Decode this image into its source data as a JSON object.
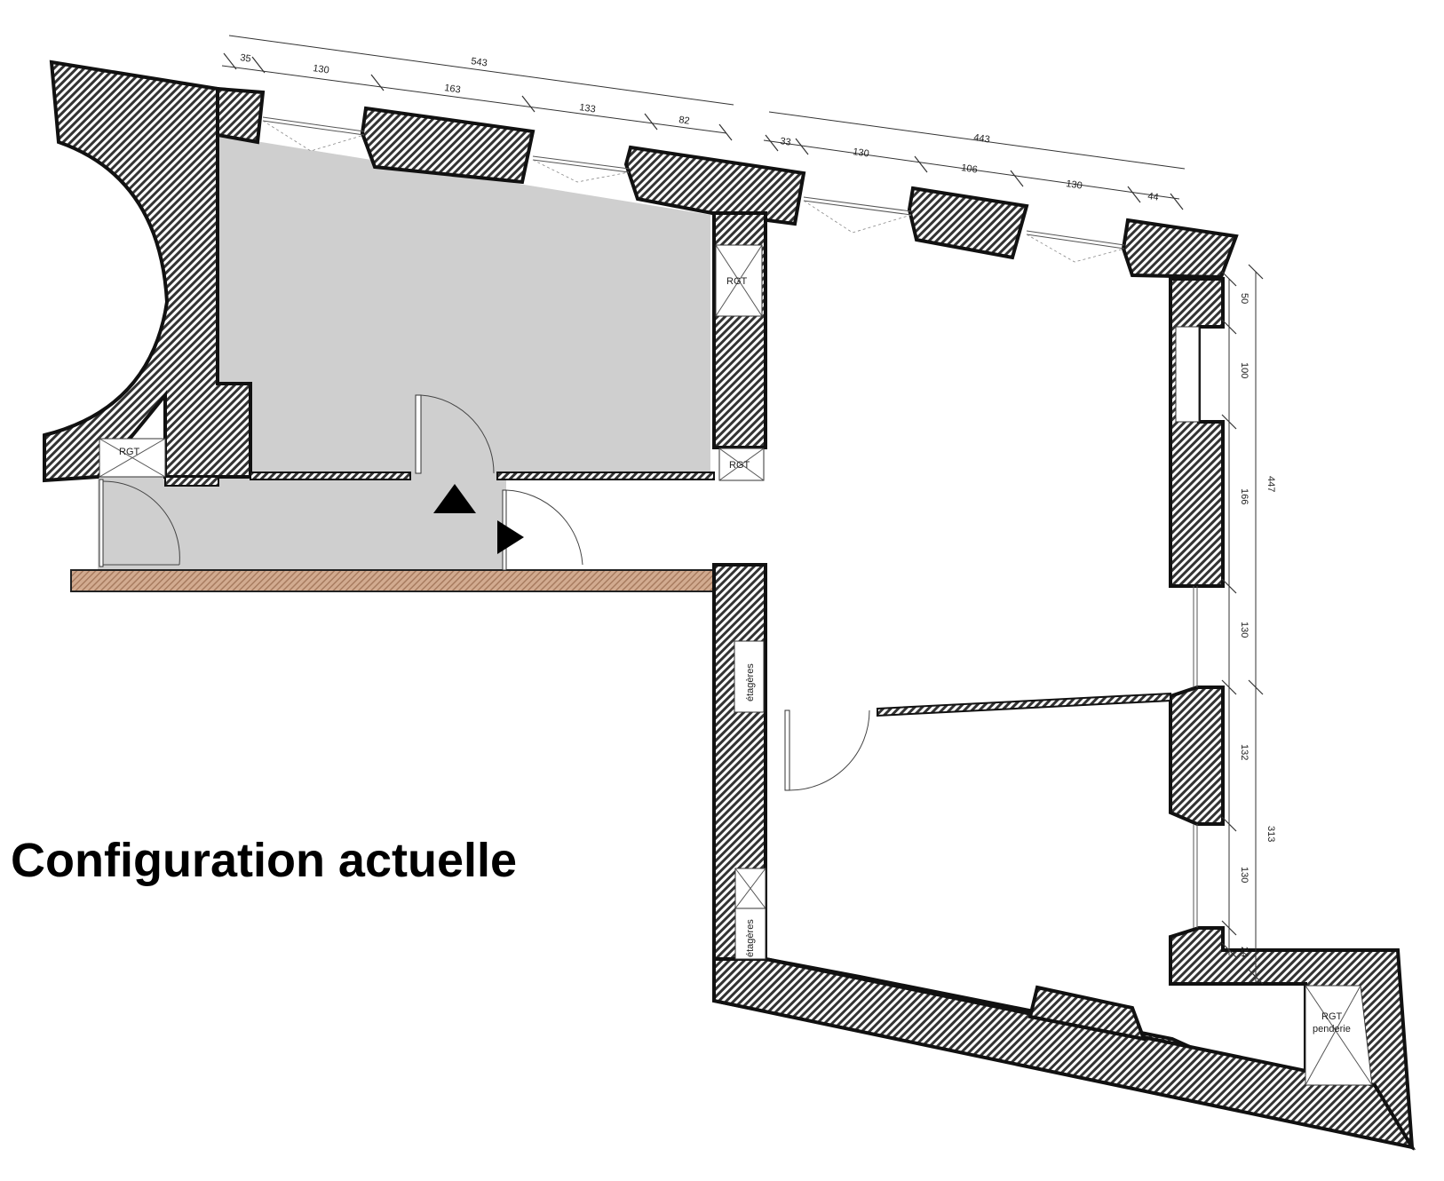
{
  "title": "Configuration actuelle",
  "labels": {
    "rgt_top": "RGT",
    "rgt_left": "RGT",
    "rgt_bottom": "RGT",
    "etageres_1": "étagères",
    "etageres_2": "étagères",
    "rgt_penderie_1": "RGT",
    "rgt_penderie_2": "penderie"
  },
  "dimensions": {
    "top_left_total": "543",
    "top_left_parts": [
      "35",
      "130",
      "163",
      "133",
      "82"
    ],
    "top_right_total": "443",
    "top_right_parts": [
      "33",
      "130",
      "106",
      "130",
      "44"
    ],
    "right_upper_total": "447",
    "right_lower_total": "313",
    "right_parts": [
      "50",
      "100",
      "166",
      "130",
      "132",
      "130",
      "24"
    ]
  },
  "colors": {
    "hatch": "#333333",
    "room_fill": "#cfcfcf",
    "terrace": "#c49a7c"
  }
}
